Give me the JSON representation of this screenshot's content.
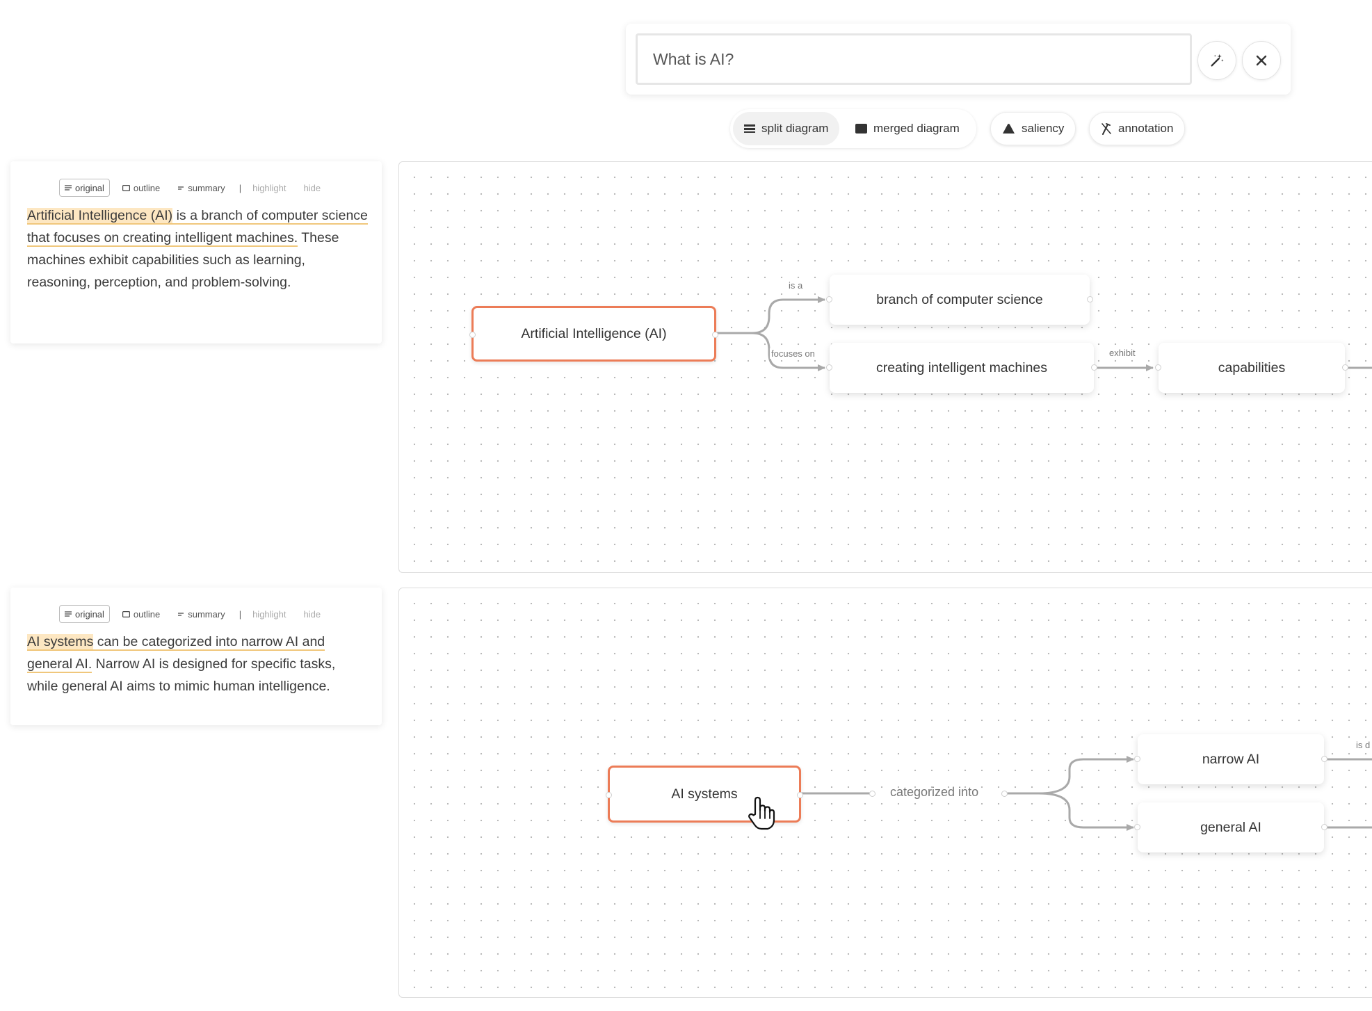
{
  "query": {
    "value": "What is AI?",
    "magic_button_icon": "magic-wand-icon",
    "close_button_icon": "close-icon"
  },
  "modes": {
    "split_diagram": "split diagram",
    "merged_diagram": "merged diagram",
    "saliency": "saliency",
    "annotation": "annotation",
    "active": "split diagram"
  },
  "panel_tabs": {
    "original": "original",
    "outline": "outline",
    "summary": "summary",
    "separator": "|",
    "highlight": "highlight",
    "hide": "hide"
  },
  "passages": [
    {
      "seg1": "Artificial Intelligence (AI)",
      "seg2": " is a branch of computer science",
      "seg3": " that focuses on creating intelligent machines.",
      "seg4": " These machines exhibit capabilities such as learning, reasoning, perception, and problem-solving."
    },
    {
      "seg1": "AI systems",
      "seg2": " can be categorized into narrow AI and general AI.",
      "seg3": " Narrow AI is designed for specific tasks, while general AI aims to mimic human intelligence."
    }
  ],
  "diagram1": {
    "root": "Artificial Intelligence (AI)",
    "node_branch": "branch of computer science",
    "node_creating": "creating intelligent machines",
    "node_capabilities": "capabilities",
    "edge_is_a": "is a",
    "edge_focuses_on": "focuses on",
    "edge_exhibit": "exhibit"
  },
  "diagram2": {
    "root": "AI systems",
    "relation": "categorized into",
    "node_narrow": "narrow AI",
    "node_general": "general AI",
    "edge_cut": "is d"
  },
  "colors": {
    "root_border": "#ec7c57",
    "highlight_fill": "#fde7c2",
    "highlight_underline": "#f0c77c",
    "edge": "#a9a9a9"
  }
}
